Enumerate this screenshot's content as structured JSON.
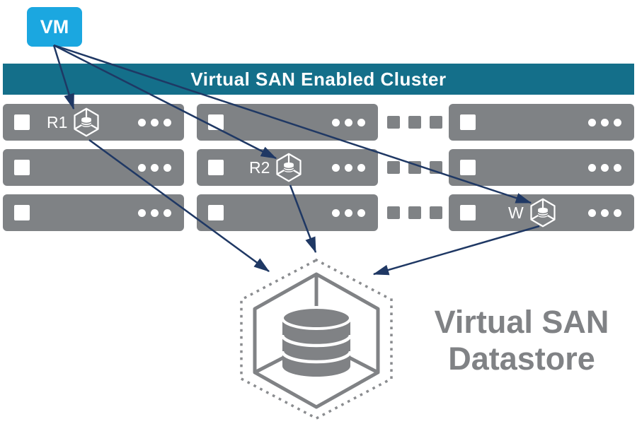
{
  "vm": {
    "label": "VM"
  },
  "cluster": {
    "title": "Virtual SAN Enabled Cluster",
    "host_rows": 3,
    "host_columns_shown": 3,
    "more_hosts_ellipsis": true
  },
  "nodes": [
    {
      "label": "R1",
      "row": 1,
      "column": 1
    },
    {
      "label": "R2",
      "row": 2,
      "column": 2
    },
    {
      "label": "W",
      "row": 3,
      "column": 3
    }
  ],
  "datastore": {
    "label_line1": "Virtual SAN",
    "label_line2": "Datastore"
  },
  "icons": {
    "vm_object_icon": "wireframe-cube-with-database",
    "datastore_icon": "wireframe-cube-with-database-in-dotted-hexagon",
    "host_ellipsis": "three-gray-squares"
  },
  "colors": {
    "vm_blue": "#1BA7E0",
    "cluster_teal": "#146F8A",
    "host_gray": "#7F8285",
    "arrow_navy": "#1F3864",
    "datastore_text_gray": "#808285",
    "background": "#FFFFFF"
  }
}
